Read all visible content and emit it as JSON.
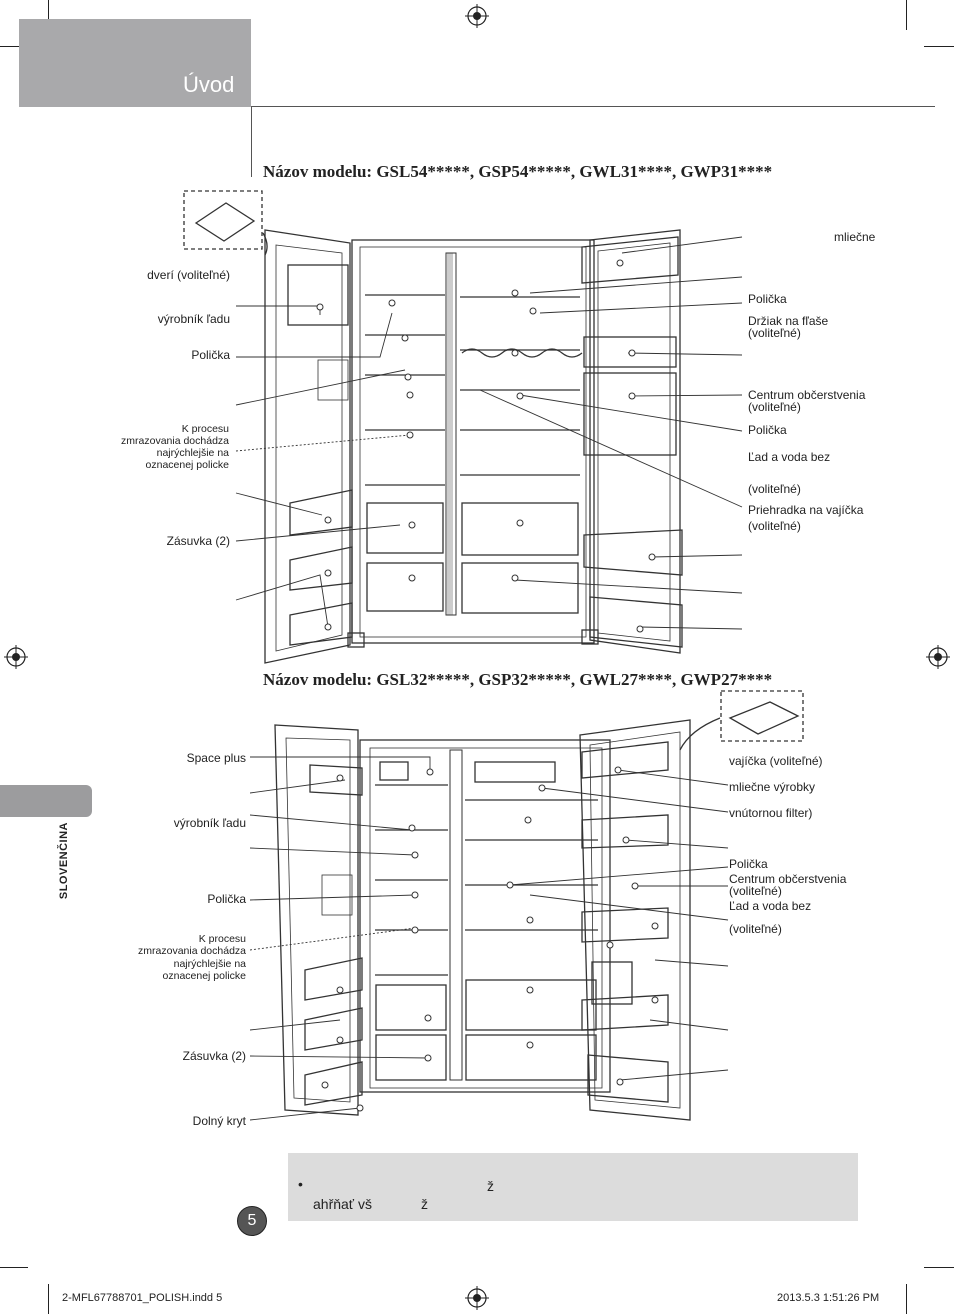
{
  "header": {
    "title": "Úvod"
  },
  "side_tab": {
    "label": "SLOVENČINA"
  },
  "section1": {
    "title": "Názov modelu: GSL54*****, GSP54*****, GWL31****, GWP31****",
    "left_labels": [
      "dverí (voliteľné)",
      "výrobník ľadu",
      "Polička",
      "K procesu",
      "zmrazovania dochádza",
      "najrýchlejšie na",
      "oznacenej policke",
      "Zásuvka (2)"
    ],
    "right_labels": [
      "mliečne",
      "Polička",
      "Držiak na fľaše",
      "(voliteľné)",
      "Centrum občerstvenia",
      "(voliteľné)",
      "Polička",
      "Ľad a voda bez",
      "(voliteľné)",
      "Priehradka na vajíčka",
      "(voliteľné)"
    ]
  },
  "section2": {
    "title": "Názov modelu: GSL32*****, GSP32*****, GWL27****, GWP27****",
    "left_labels": [
      "Space plus",
      "výrobník ľadu",
      "Polička",
      "K procesu",
      "zmrazovania dochádza",
      "najrýchlejšie na",
      "oznacenej policke",
      "Zásuvka (2)",
      "Dolný kryt"
    ],
    "right_labels": [
      "vajíčka (voliteľné)",
      "mliečne výrobky",
      "vnútornou filter)",
      "Polička",
      "Centrum občerstvenia",
      "(voliteľné)",
      "Ľad a voda bez",
      "(voliteľné)"
    ]
  },
  "note": {
    "bullet": "•",
    "line1_char": "ž",
    "line2_text": "ahřňať vš",
    "line2_char": "ž"
  },
  "page_number": "5",
  "footer": {
    "file": "2-MFL67788701_POLISH.indd   5",
    "date": "2013.5.3   1:51:26 PM"
  }
}
